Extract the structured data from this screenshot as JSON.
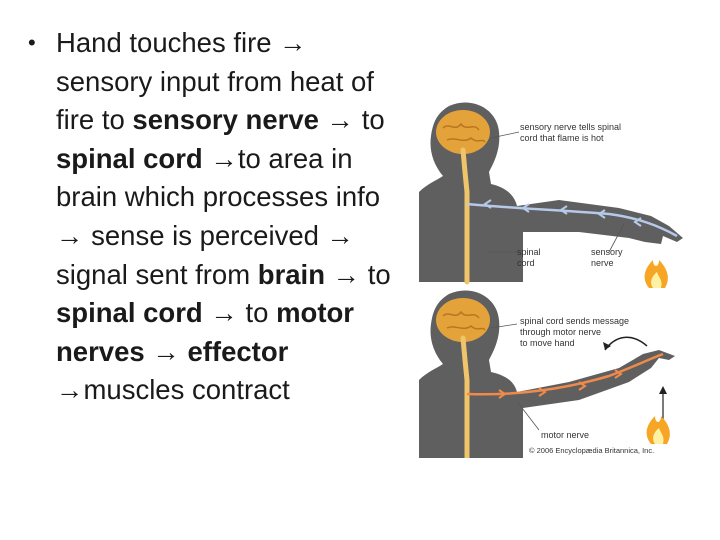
{
  "slide": {
    "bullet": "•",
    "segments": [
      {
        "t": "Hand touches fire → sensory input from heat of fire to ",
        "b": false
      },
      {
        "t": "sensory nerve",
        "b": true
      },
      {
        "t": " → to ",
        "b": false
      },
      {
        "t": "spinal cord",
        "b": true
      },
      {
        "t": " →to area in brain which processes info → sense is perceived → signal sent from ",
        "b": false
      },
      {
        "t": "brain",
        "b": true
      },
      {
        "t": " → to ",
        "b": false
      },
      {
        "t": "spinal cord",
        "b": true
      },
      {
        "t": " → to ",
        "b": false
      },
      {
        "t": "motor nerves",
        "b": true
      },
      {
        "t": " → ",
        "b": false
      },
      {
        "t": "effector",
        "b": true
      },
      {
        "t": " →muscles contract",
        "b": false
      }
    ]
  },
  "figure": {
    "top_caption_1": "sensory nerve tells spinal",
    "top_caption_2": "cord that flame is hot",
    "spinal_label_1": "spinal",
    "spinal_label_2": "cord",
    "sensory_label_1": "sensory",
    "sensory_label_2": "nerve",
    "bottom_caption_1": "spinal cord sends message",
    "bottom_caption_2": "through motor nerve",
    "bottom_caption_3": "to move hand",
    "motor_label": "motor nerve",
    "copyright": "© 2006 Encyclopædia Britannica, Inc.",
    "colors": {
      "body": "#5f5f5f",
      "brain": "#e3a23a",
      "spinal": "#efc46a",
      "sensory_nerve": "#b7c9e8",
      "motor_nerve": "#f08a4b",
      "flame_outer": "#f6a524",
      "flame_inner": "#fff1a3"
    }
  }
}
